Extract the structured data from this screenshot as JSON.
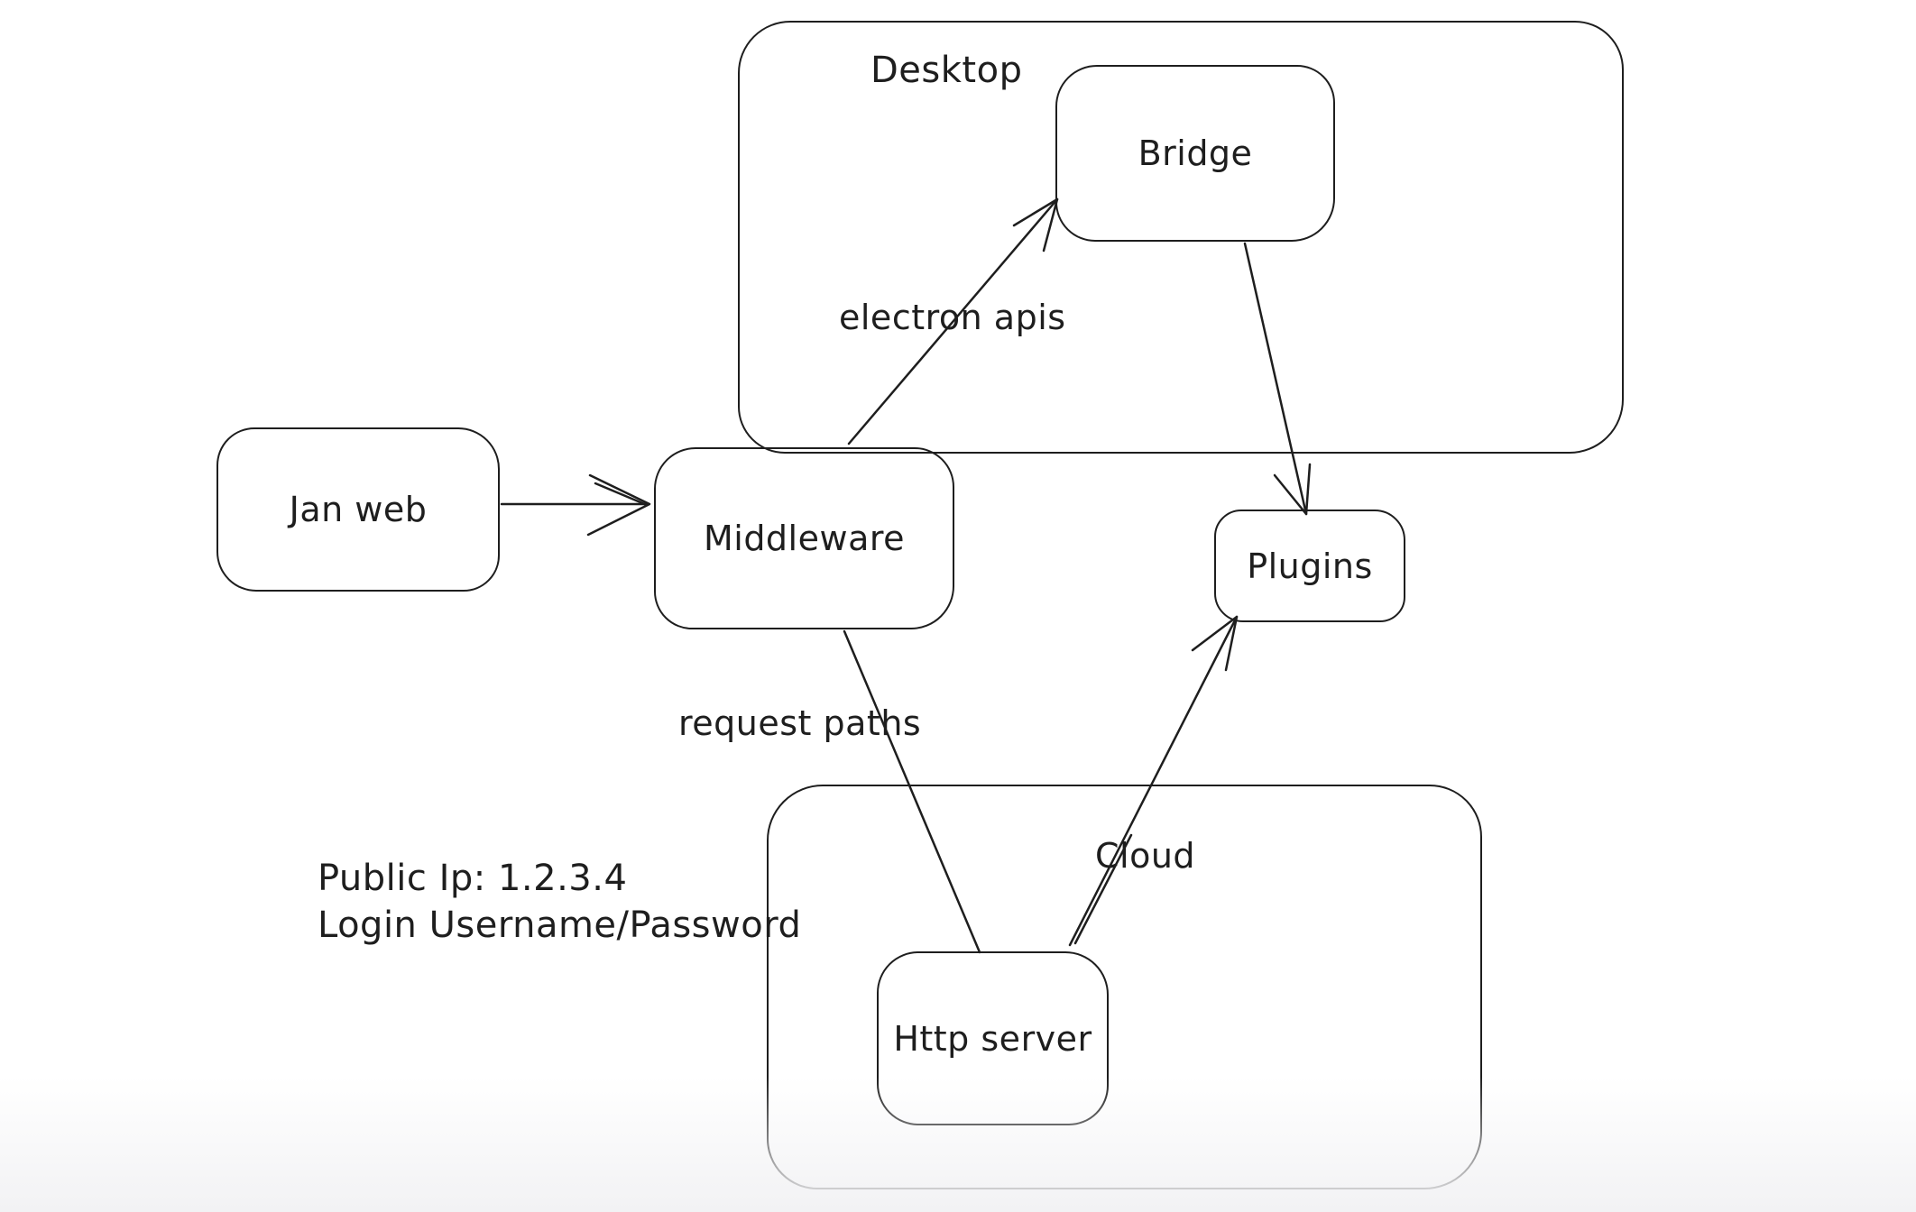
{
  "diagram": {
    "containers": {
      "desktop": {
        "label": "Desktop"
      },
      "cloud": {
        "label": "Cloud"
      }
    },
    "nodes": {
      "jan_web": {
        "label": "Jan web"
      },
      "middleware": {
        "label": "Middleware"
      },
      "bridge": {
        "label": "Bridge"
      },
      "plugins": {
        "label": "Plugins"
      },
      "http_server": {
        "label": "Http server"
      }
    },
    "edges": [
      {
        "from": "Jan web",
        "to": "Middleware",
        "label": ""
      },
      {
        "from": "Middleware",
        "to": "Bridge",
        "label": "electron apis"
      },
      {
        "from": "Bridge",
        "to": "Plugins",
        "label": ""
      },
      {
        "from": "Middleware",
        "to": "Http server",
        "label": "request paths"
      },
      {
        "from": "Http server",
        "to": "Plugins",
        "label": ""
      }
    ],
    "notes": {
      "line1": "Public Ip: 1.2.3.4",
      "line2": "Login Username/Password"
    },
    "colors": {
      "stroke": "#1e1e1e",
      "background": "#ffffff",
      "bottom_fade": "#f2f2f4"
    }
  }
}
